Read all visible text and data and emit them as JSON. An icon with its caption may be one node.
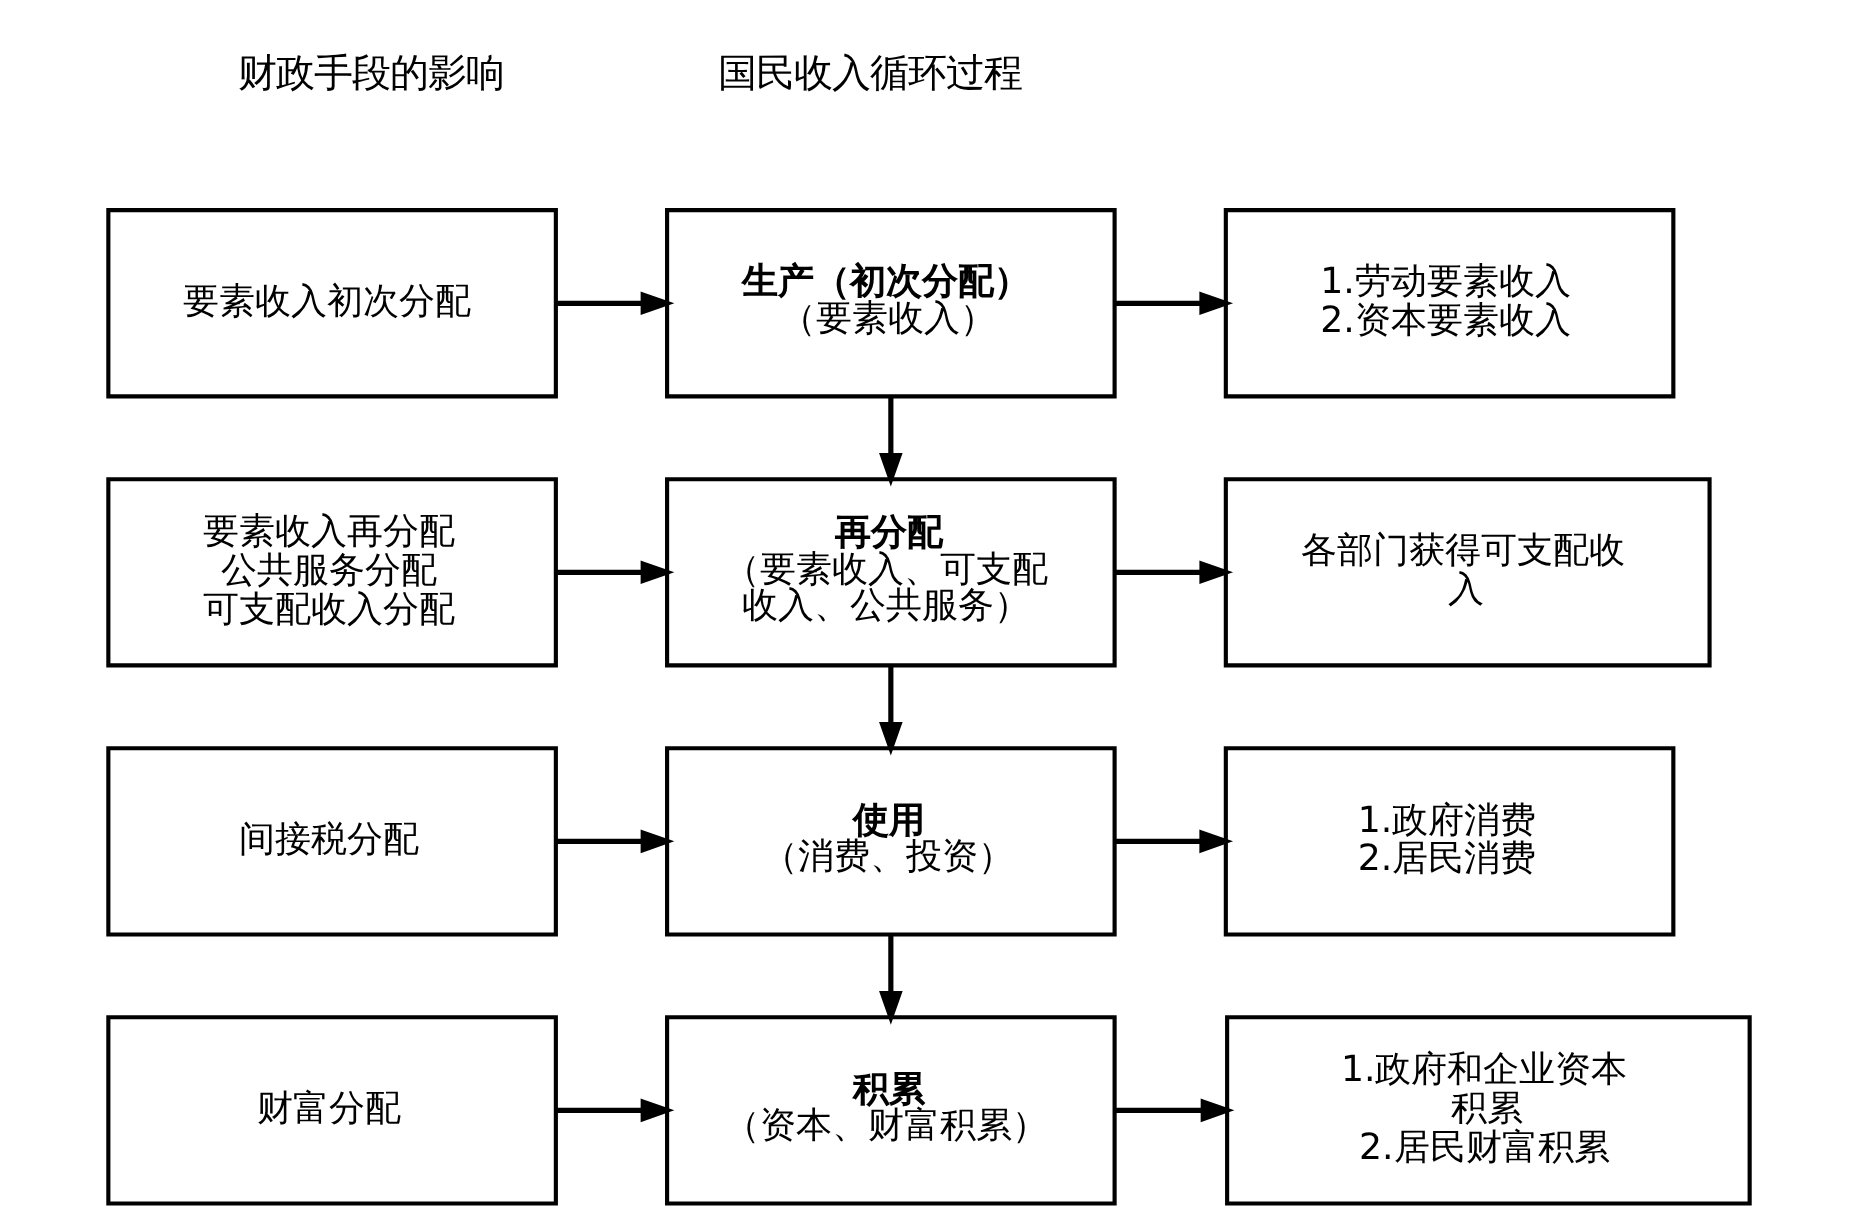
{
  "diagram": {
    "nodes": [
      {
        "text": [
          "要素收入初次分配"
        ]
      },
      {
        "text": [
          "生产（初次分配）",
          "（要素收入）"
        ]
      },
      {
        "text": [
          "1.劳动要素收入",
          "2.资本要素收入"
        ]
      },
      {
        "text": [
          "要素收入再分配",
          "公共服务分配",
          "可支配收入分配"
        ]
      },
      {
        "text": [
          "再分配",
          "（要素收入、可支配收入、公共服务）"
        ]
      },
      {
        "text": [
          "各部门获得可支配收入"
        ]
      },
      {
        "text": [
          "间接税分配"
        ]
      },
      {
        "text": [
          "使用",
          "（消费、投资）"
        ]
      },
      {
        "text": [
          "1.政府消费",
          "2.居民消费"
        ]
      },
      {
        "text": [
          "财富分配"
        ]
      },
      {
        "text": [
          "积累",
          "（资本、财富积累）"
        ]
      },
      {
        "text": [
          "1.政府和企业资本积累",
          "2.居民财富积累"
        ]
      }
    ],
    "edges": [
      {
        "from": 0,
        "to": 1,
        "arrow": "to"
      },
      {
        "from": 1,
        "to": 2,
        "arrow": "to"
      },
      {
        "from": 1,
        "to": 4,
        "arrow": "to"
      },
      {
        "from": 3,
        "to": 4,
        "arrow": "to"
      },
      {
        "from": 4,
        "to": 5,
        "arrow": "to"
      },
      {
        "from": 4,
        "to": 7,
        "arrow": "to"
      },
      {
        "from": 6,
        "to": 7,
        "arrow": "to"
      },
      {
        "from": 7,
        "to": 8,
        "arrow": "to"
      },
      {
        "from": 7,
        "to": 10,
        "arrow": "to"
      },
      {
        "from": 9,
        "to": 10,
        "arrow": "to"
      },
      {
        "from": 10,
        "to": 11,
        "arrow": "to"
      }
    ],
    "labels": [
      "财政手段的影响",
      "国民收入循环过程"
    ]
  }
}
